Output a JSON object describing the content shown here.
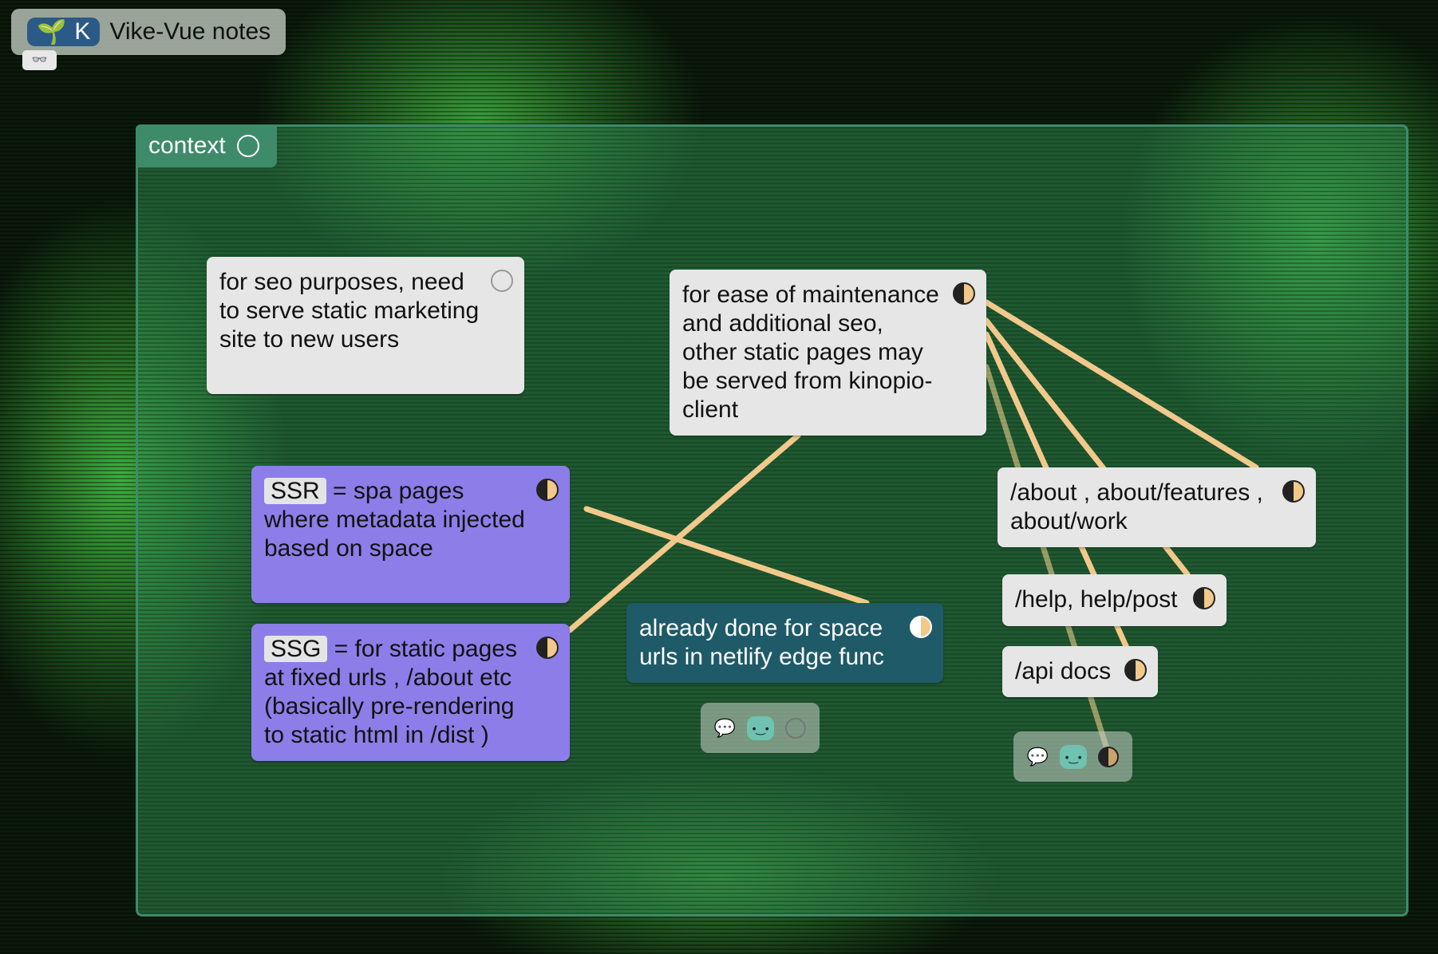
{
  "header": {
    "space_badge": "K",
    "space_icon": "seedling",
    "title": "Vike-Vue notes",
    "glasses_icon": "glasses"
  },
  "box": {
    "label": "context"
  },
  "cards": {
    "seo": {
      "text": "for seo purposes, need to serve static marketing site to new users"
    },
    "maintenance": {
      "text": "for ease of maintenance and additional seo, other static pages may be served from kinopio-client"
    },
    "ssr": {
      "code": "SSR",
      "text": " = spa pages where metadata injected based on space"
    },
    "ssg": {
      "code": "SSG",
      "text": " = for static pages at fixed urls , /about etc (basically pre-rendering to static html in /dist  )"
    },
    "done": {
      "text": "already done for space urls in netlify edge func"
    },
    "about": {
      "text": "/about , about/features , about/work"
    },
    "help": {
      "text": "/help, help/post"
    },
    "api": {
      "text": "/api docs"
    }
  },
  "colors": {
    "connection": "#f2c98b",
    "purple": "#8d7de8",
    "teal": "#1f5a68",
    "box": "#3e8b6a"
  }
}
